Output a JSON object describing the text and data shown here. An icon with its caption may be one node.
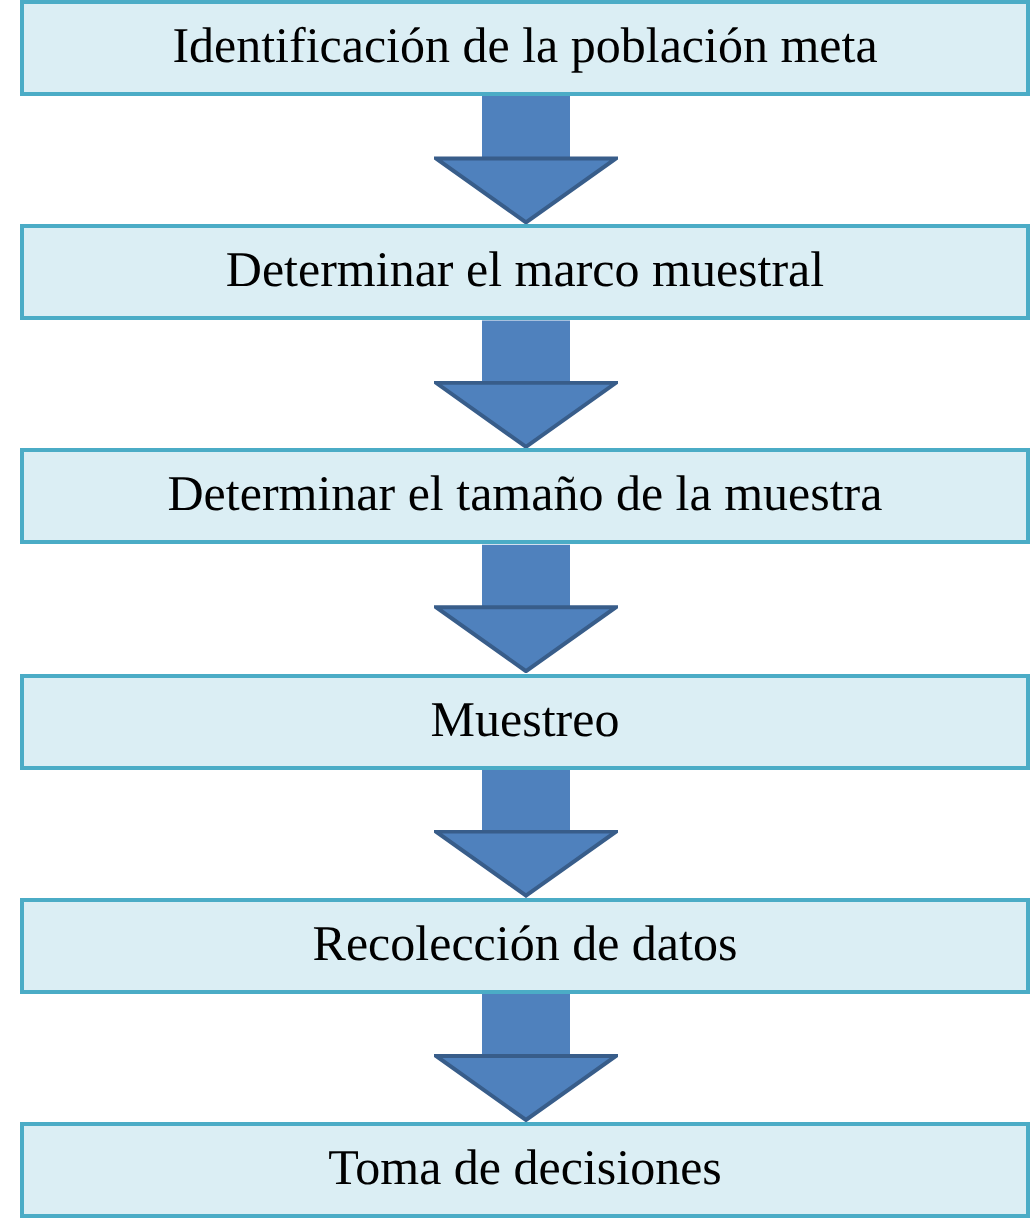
{
  "diagram": {
    "nodes": [
      {
        "text": [
          "Identificación de la población meta"
        ]
      },
      {
        "text": [
          "Determinar el marco muestral"
        ]
      },
      {
        "text": [
          "Determinar el tamaño de la muestra"
        ]
      },
      {
        "text": [
          "Muestreo"
        ]
      },
      {
        "text": [
          "Recolección de datos"
        ]
      },
      {
        "text": [
          "Toma de decisiones"
        ]
      }
    ],
    "edges": [
      {
        "from": 0,
        "to": 1,
        "arrow": "to"
      },
      {
        "from": 1,
        "to": 2,
        "arrow": "to"
      },
      {
        "from": 2,
        "to": 3,
        "arrow": "to"
      },
      {
        "from": 3,
        "to": 4,
        "arrow": "to"
      },
      {
        "from": 4,
        "to": 5,
        "arrow": "to"
      }
    ]
  }
}
